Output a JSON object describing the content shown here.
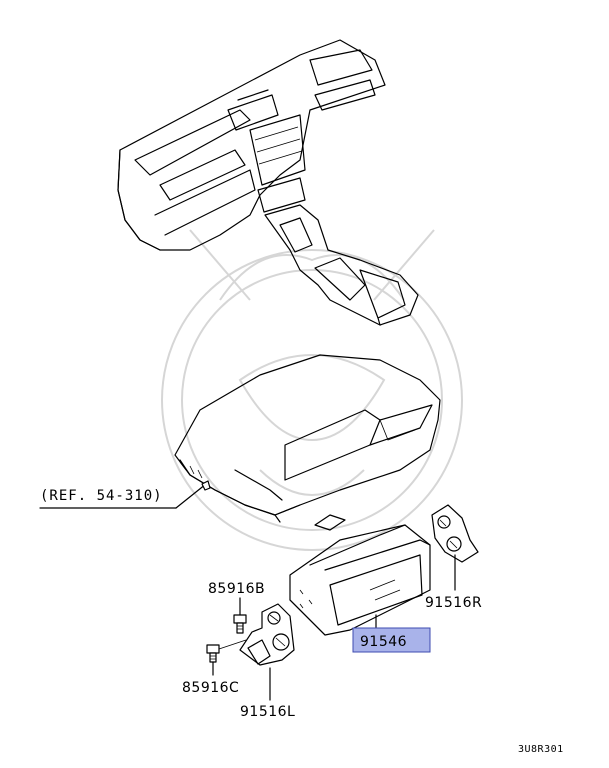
{
  "labels": {
    "ref": "(REF. 54-310)",
    "part_85916B": "85916B",
    "part_85916C": "85916C",
    "part_91516R": "91516R",
    "part_91516L": "91516L",
    "part_91546": "91546",
    "diagram_code": "3U8R301"
  },
  "colors": {
    "highlight_fill": "#a9b3ea",
    "highlight_border": "#3e4bb0",
    "line": "#000000",
    "watermark": "#d6d6d6"
  }
}
